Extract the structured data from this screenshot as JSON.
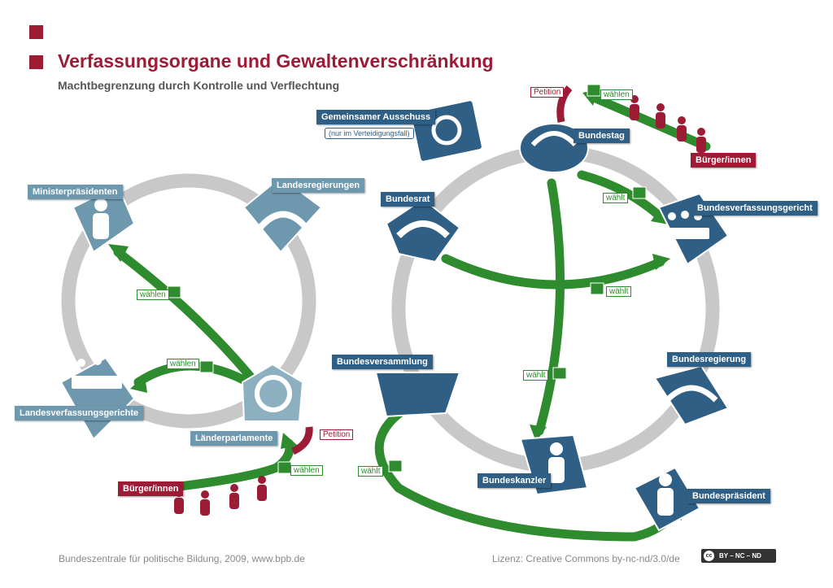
{
  "header": {
    "title": "Verfassungsorgane und Gewaltenverschränkung",
    "subtitle": "Machtbegrenzung durch Kontrolle und Verflechtung"
  },
  "organs": {
    "ministerpraesidenten": "Ministerpräsidenten",
    "landesregierungen": "Landesregierungen",
    "landesverfassungsgerichte": "Landesverfassungsgerichte",
    "laenderparlamente": "Länderparlamente",
    "buerger_left": "Bürger/innen",
    "gemeinsamer_ausschuss": "Gemeinsamer Ausschuss",
    "gemeinsamer_ausschuss_note": "(nur im Verteidigungsfall)",
    "bundestag": "Bundestag",
    "buerger_right": "Bürger/innen",
    "bundesrat": "Bundesrat",
    "bundesverfassungsgericht": "Bundesverfassungsgericht",
    "bundesversammlung": "Bundesversammlung",
    "bundesregierung": "Bundesregierung",
    "bundeskanzler": "Bundeskanzler",
    "bundespraesident": "Bundespräsident"
  },
  "actions": {
    "waehlen_1": "wählen",
    "waehlen_2": "wählen",
    "waehlen_3": "wählen",
    "waehlen_4": "wählen",
    "waehlt_1": "wählt",
    "waehlt_2": "wählt",
    "waehlt_3": "wählt",
    "waehlt_4": "wählt",
    "petition_left": "Petition",
    "petition_right": "Petition"
  },
  "footer": {
    "source": "Bundeszentrale für politische Bildung, 2009, www.bpb.de",
    "license": "Lizenz: Creative Commons by-nc-nd/3.0/de",
    "cc_badge": "BY – NC – ND",
    "cc_icon": "cc"
  },
  "colors": {
    "accent_red": "#9c1c36",
    "arrow_green": "#2e8b2e",
    "organ_light": "#6e98ad",
    "organ_dark": "#2f5f85",
    "ring_gray": "#c8c8c8"
  }
}
